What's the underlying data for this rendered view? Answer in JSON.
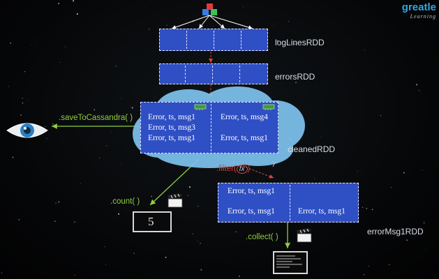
{
  "logo": {
    "main": "greatle",
    "sub": "Learning"
  },
  "rdds": {
    "loglines": {
      "label": "logLinesRDD"
    },
    "errors": {
      "label": "errorsRDD"
    },
    "cleaned": {
      "label": "cleanedRDD",
      "left": [
        "Error, ts, msg1",
        "Error, ts, msg3",
        "Error, ts, msg1"
      ],
      "right": [
        "Error, ts, msg4",
        "Error, ts, msg1"
      ]
    },
    "errormsg1": {
      "label": "errorMsg1RDD",
      "left": [
        "Error, ts, msg1",
        "Error, ts, msg1"
      ],
      "right": [
        "Error, ts, msg1"
      ]
    }
  },
  "operations": {
    "save": ".saveToCassandra( )",
    "count": ".count( )",
    "filter": ".filter(",
    "filter_fx": "fx",
    "collect": ".collect( )"
  },
  "results": {
    "count_value": "5"
  },
  "colors": {
    "rdd_fill": "#2f4fc4",
    "ops_text": "#8fcf3f",
    "cloud": "#7ec3ee"
  }
}
